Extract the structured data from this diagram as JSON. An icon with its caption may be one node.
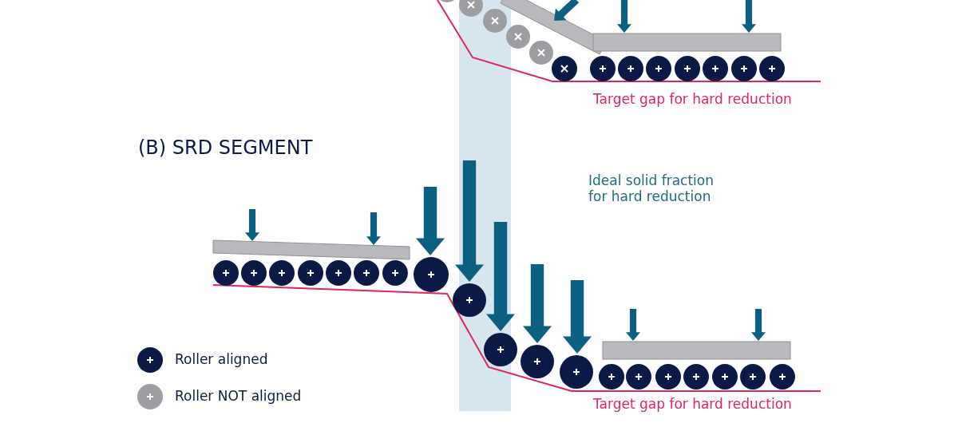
{
  "diagram": {
    "title": "(B) SRD SEGMENT",
    "labels": [
      "Target gap for hard reduction",
      "Ideal solid fraction for hard reduction",
      "Target gap for hard reduction"
    ],
    "legend": [
      {
        "text": "Roller aligned",
        "color": "#0b1a45"
      },
      {
        "text": "Roller NOT aligned",
        "color": "#9d9ea1"
      }
    ]
  }
}
